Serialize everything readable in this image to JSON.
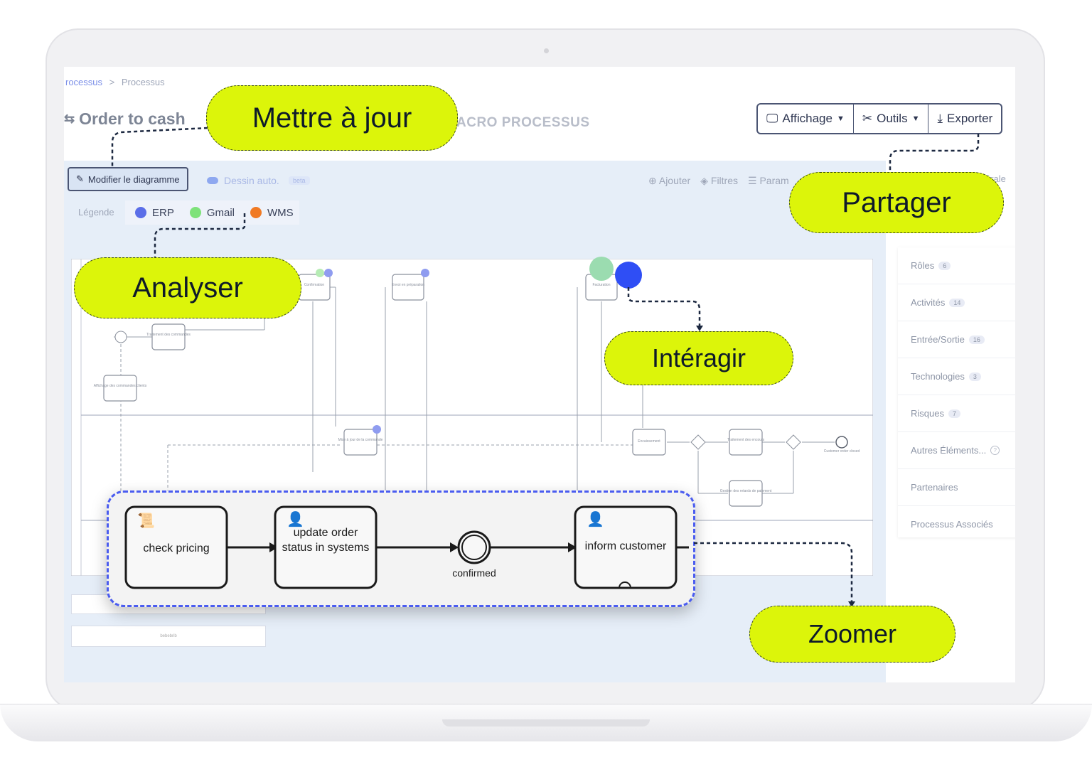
{
  "breadcrumb": {
    "link": "rocessus",
    "separator": ">",
    "current": "Processus"
  },
  "page": {
    "title": "Order to cash",
    "type_label": "ACRO PROCESSUS"
  },
  "toolbar": {
    "affichage": "Affichage",
    "outils": "Outils",
    "exporter": "Exporter"
  },
  "editor": {
    "edit_button": "Modifier le diagramme",
    "auto_draw": "Dessin auto.",
    "beta": "beta"
  },
  "actions": {
    "add": "Ajouter",
    "filters": "Filtres",
    "params": "Param"
  },
  "side_header": {
    "general": "érale"
  },
  "legend": {
    "title": "Légende",
    "items": [
      {
        "label": "ERP",
        "color": "#5b6ee8"
      },
      {
        "label": "Gmail",
        "color": "#7ee27a"
      },
      {
        "label": "WMS",
        "color": "#f07a24"
      }
    ]
  },
  "sidebar": {
    "items": [
      {
        "label": "Rôles",
        "count": "6"
      },
      {
        "label": "Activités",
        "count": "14"
      },
      {
        "label": "Entrée/Sortie",
        "count": "16"
      },
      {
        "label": "Technologies",
        "count": "3"
      },
      {
        "label": "Risques",
        "count": "7"
      },
      {
        "label": "Autres Éléments...",
        "count": ""
      },
      {
        "label": "Partenaires",
        "count": ""
      },
      {
        "label": "Processus Associés",
        "count": ""
      }
    ]
  },
  "diagram": {
    "tasks": [
      "Confirmation",
      "Envoi en préparation",
      "Facturation",
      "Traitement des commandes",
      "Affichage des commandes clients",
      "Mise à jour de la commande",
      "Encaissement",
      "Traitement des encours",
      "Gestion des retards de paiement",
      "Customer order closed"
    ],
    "footer_box": "bebebrib"
  },
  "zoom": {
    "tasks": [
      "check pricing",
      "update order status in systems",
      "inform customer"
    ],
    "event": "confirmed"
  },
  "callouts": {
    "update": "Mettre à jour",
    "share": "Partager",
    "analyze": "Analyser",
    "interact": "Intéragir",
    "zoom": "Zoomer"
  },
  "colors": {
    "callout": "#dcf50a",
    "accent": "#4a5cf0",
    "interaction_dot": "#2f4ef5"
  }
}
